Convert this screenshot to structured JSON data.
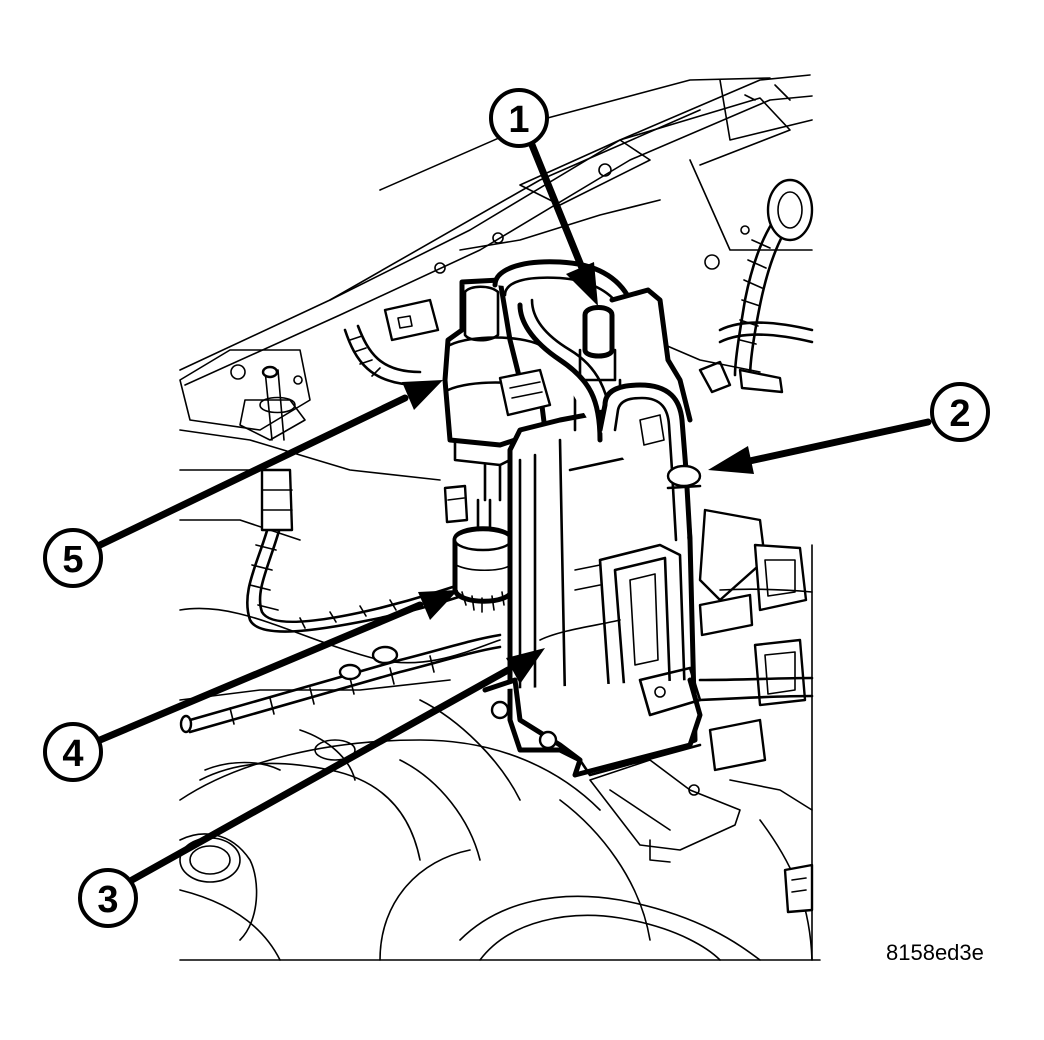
{
  "figure": {
    "code": "8158ed3e"
  },
  "callouts": [
    {
      "label": "1"
    },
    {
      "label": "2"
    },
    {
      "label": "3"
    },
    {
      "label": "4"
    },
    {
      "label": "5"
    }
  ]
}
